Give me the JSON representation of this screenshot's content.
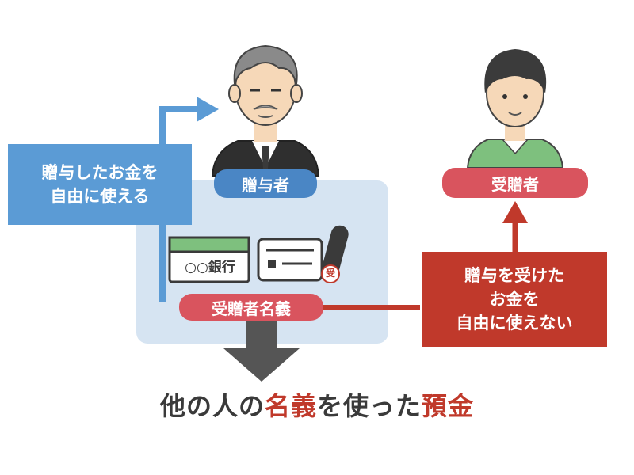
{
  "labels": {
    "giver": "贈与者",
    "receiver": "受贈者",
    "account_holder": "受贈者名義"
  },
  "left_box": {
    "line1": "贈与したお金を",
    "line2": "自由に使える"
  },
  "right_box": {
    "line1": "贈与を受けた",
    "line2": "お金を",
    "line3": "自由に使えない"
  },
  "passbook": {
    "text": "○○銀行"
  },
  "seal": {
    "char": "受"
  },
  "caption": {
    "part1": "他の人の",
    "part2": "名義",
    "part3": "を使った",
    "part4": "預金"
  },
  "colors": {
    "blue": "#5b9bd5",
    "blue_dark": "#4a86c5",
    "red": "#c0392b",
    "pink": "#d9545e",
    "green": "#7ec07e",
    "panel": "#d6e4f2"
  }
}
